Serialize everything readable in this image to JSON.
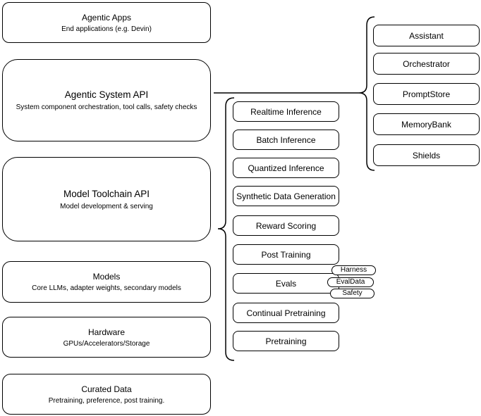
{
  "diagram": {
    "title_hint": "Agentic system architecture stack",
    "colors": {
      "border": "#000000",
      "background": "#ffffff",
      "text": "#000000"
    },
    "left_column": [
      {
        "title": "Agentic Apps",
        "subtitle": "End applications (e.g. Devin)"
      },
      {
        "title": "Agentic System API",
        "subtitle": "System component orchestration, tool calls, safety checks"
      },
      {
        "title": "Model Toolchain API",
        "subtitle": "Model development & serving"
      },
      {
        "title": "Models",
        "subtitle": "Core LLMs, adapter weights, secondary models"
      },
      {
        "title": "Hardware",
        "subtitle": "GPUs/Accelerators/Storage"
      },
      {
        "title": "Curated Data",
        "subtitle": "Pretraining, preference, post training."
      }
    ],
    "toolchain_services": [
      "Realtime Inference",
      "Batch Inference",
      "Quantized Inference",
      "Synthetic Data Generation",
      "Reward Scoring",
      "Post Training",
      "Evals",
      "Continual Pretraining",
      "Pretraining"
    ],
    "eval_components": [
      "Harness",
      "EvalData",
      "Safety"
    ],
    "system_components": [
      "Assistant",
      "Orchestrator",
      "PromptStore",
      "MemoryBank",
      "Shields"
    ]
  }
}
